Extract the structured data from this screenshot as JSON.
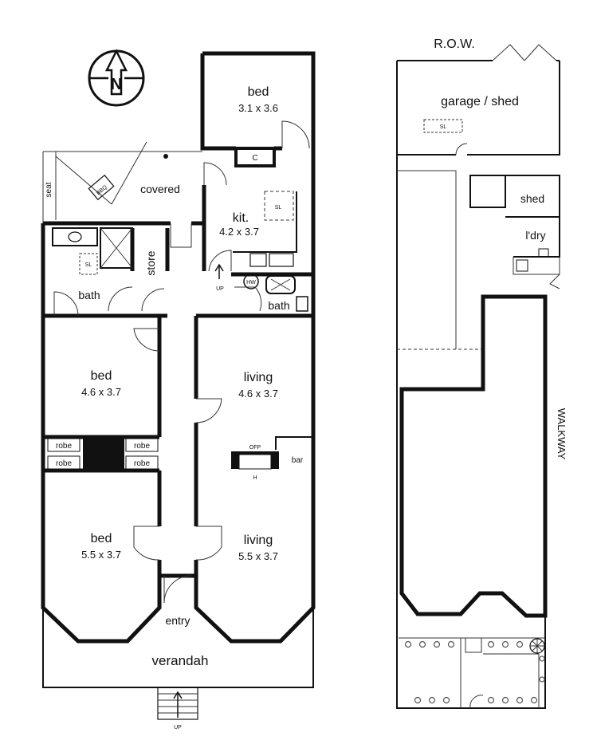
{
  "compass": {
    "letter": "N"
  },
  "rooms": {
    "bed_back": {
      "name": "bed",
      "size": "3.1 x 3.6"
    },
    "covered": {
      "name": "covered"
    },
    "seat": {
      "name": "seat"
    },
    "bbq": {
      "name": "BBQ"
    },
    "cupboard": {
      "name": "C"
    },
    "kitchen": {
      "name": "kit.",
      "size": "4.2 x 3.7"
    },
    "kitchen_skylight": "SL",
    "store": {
      "name": "store"
    },
    "bath_left": {
      "name": "bath"
    },
    "bath_left_skylight": "SL",
    "bath_right": {
      "name": "bath"
    },
    "hot_water": "HW",
    "up_inner": "UP",
    "bed_mid": {
      "name": "bed",
      "size": "4.6 x 3.7"
    },
    "living_mid": {
      "name": "living",
      "size": "4.6 x 3.7"
    },
    "robes": [
      "robe",
      "robe",
      "robe",
      "robe"
    ],
    "ofp": "OFP",
    "heater": "H",
    "bar": "bar",
    "bed_front": {
      "name": "bed",
      "size": "5.5 x 3.7"
    },
    "living_front": {
      "name": "living",
      "size": "5.5 x 3.7"
    },
    "entry": {
      "name": "entry"
    },
    "verandah": {
      "name": "verandah"
    },
    "up_front": "UP"
  },
  "site": {
    "row": "R.O.W.",
    "garage": {
      "name": "garage / shed"
    },
    "garage_skylight": "SL",
    "shed": {
      "name": "shed"
    },
    "laundry": {
      "name": "l'dry"
    },
    "walkway": "WALKWAY"
  }
}
